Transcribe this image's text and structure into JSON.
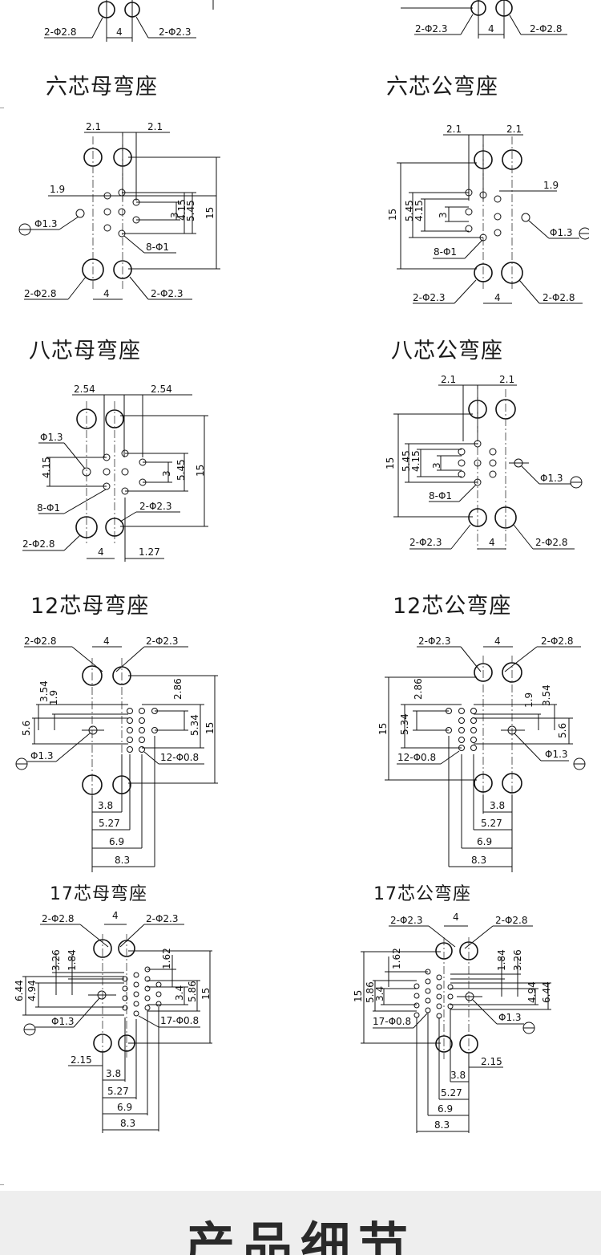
{
  "top_labels": {
    "left_a": "2-Φ2.8",
    "left_b": "4",
    "left_c": "2-Φ2.3",
    "right_a": "2-Φ2.3",
    "right_b": "4",
    "right_c": "2-Φ2.8"
  },
  "titles": {
    "six_female": "六芯母弯座",
    "six_male": "六芯公弯座",
    "eight_female": "八芯母弯座",
    "eight_male": "八芯公弯座",
    "twelve_female": "12芯母弯座",
    "twelve_male": "12芯公弯座",
    "seventeen_female": "17芯母弯座",
    "seventeen_male": "17芯公弯座"
  },
  "dims": {
    "six_f": [
      "2.1",
      "2.1",
      "1.9",
      "3",
      "4.15",
      "5.45",
      "15",
      "Φ1.3",
      "8-Φ1",
      "2-Φ2.8",
      "4",
      "2-Φ2.3"
    ],
    "six_m": [
      "2.1",
      "2.1",
      "1.9",
      "15",
      "5.45",
      "4.15",
      "3",
      "Φ1.3",
      "8-Φ1",
      "2-Φ2.3",
      "4",
      "2-Φ2.8"
    ],
    "eight_f": [
      "2.54",
      "2.54",
      "Φ1.3",
      "4.15",
      "3",
      "5.45",
      "15",
      "8-Φ1",
      "2-Φ2.3",
      "2-Φ2.8",
      "4",
      "1.27"
    ],
    "eight_m": [
      "2.1",
      "2.1",
      "15",
      "5.45",
      "4.15",
      "3",
      "Φ1.3",
      "8-Φ1",
      "2-Φ2.3",
      "4",
      "2-Φ2.8"
    ],
    "twelve_f": [
      "2-Φ2.8",
      "4",
      "2-Φ2.3",
      "3.54",
      "1.9",
      "5.6",
      "2.86",
      "5.34",
      "15",
      "Φ1.3",
      "12-Φ0.8",
      "3.8",
      "5.27",
      "6.9",
      "8.3"
    ],
    "twelve_m": [
      "2-Φ2.3",
      "4",
      "2-Φ2.8",
      "2.86",
      "15",
      "5.34",
      "1.9",
      "3.54",
      "5.6",
      "Φ1.3",
      "12-Φ0.8",
      "3.8",
      "5.27",
      "6.9",
      "8.3"
    ],
    "seventeen_f": [
      "2-Φ2.8",
      "4",
      "2-Φ2.3",
      "3.26",
      "1.84",
      "1.62",
      "6.44",
      "4.94",
      "3.4",
      "5.86",
      "15",
      "Φ1.3",
      "17-Φ0.8",
      "2.15",
      "3.8",
      "5.27",
      "6.9",
      "8.3"
    ],
    "seventeen_m": [
      "2-Φ2.3",
      "4",
      "2-Φ2.8",
      "1.62",
      "1.84",
      "3.26",
      "15",
      "5.86",
      "3.4",
      "4.94",
      "6.44",
      "17-Φ0.8",
      "Φ1.3",
      "2.15",
      "3.8",
      "5.27",
      "6.9",
      "8.3"
    ]
  },
  "footer": {
    "title": "产品细节"
  }
}
